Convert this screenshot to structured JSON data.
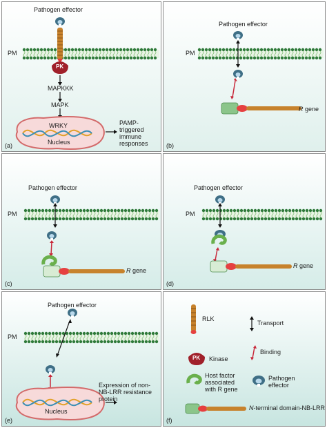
{
  "panels": {
    "a": {
      "letter": "(a)",
      "pathogen_effector": "Pathogen effector",
      "pm": "PM",
      "pk": "PK",
      "mapkkk": "MAPKKK",
      "mapk": "MAPK",
      "wrky": "WRKY",
      "nucleus": "Nucleus",
      "response": [
        "PAMP-",
        "triggered",
        "immune",
        "responses"
      ]
    },
    "b": {
      "letter": "(b)",
      "pathogen_effector": "Pathogen effector",
      "pm": "PM",
      "r_gene": "R",
      "r_gene_suffix": " gene"
    },
    "c": {
      "letter": "(c)",
      "pathogen_effector": "Pathogen effector",
      "pm": "PM",
      "r_gene": "R",
      "r_gene_suffix": " gene"
    },
    "d": {
      "letter": "(d)",
      "pathogen_effector": "Pathogen effector",
      "pm": "PM",
      "r_gene": "R",
      "r_gene_suffix": " gene"
    },
    "e": {
      "letter": "(e)",
      "pathogen_effector": "Pathogen effector",
      "pm": "PM",
      "nucleus": "Nucleus",
      "expression": [
        "Expression of non-",
        "NB-LRR resistance",
        "protein"
      ]
    },
    "f": {
      "letter": "(f)",
      "rlk": "RLK",
      "transport": "Transport",
      "pk": "PK",
      "kinase": "Kinase",
      "binding": "Binding",
      "host_factor": [
        "Host factor",
        "associated",
        "with R gene"
      ],
      "pathogen_effector_legend": [
        "Pathogen",
        "effector"
      ],
      "n_terminal": "N",
      "n_terminal_suffix": "-terminal domain-NB-LRR"
    }
  },
  "colors": {
    "membrane": "#2f7a3a",
    "membrane_light": "#7fbf72",
    "panel_top": "#ffffff",
    "panel_bottom": "#d5ece8",
    "effector_outer": "#3f6f86",
    "effector_inner": "#b9d9ec",
    "rlk": "#c7822c",
    "kinase": "#a0202a",
    "nucleus_fill": "#f7dada",
    "nucleus_stroke": "#d36a6a",
    "host_factor": "#6ab04c",
    "r_head": "#8bc58a",
    "r_tail": "#c7822c",
    "binding_arrow": "#c8283a",
    "transport_arrow": "#111111",
    "dna_1": "#e2a12b",
    "dna_2": "#3b8fb5"
  }
}
